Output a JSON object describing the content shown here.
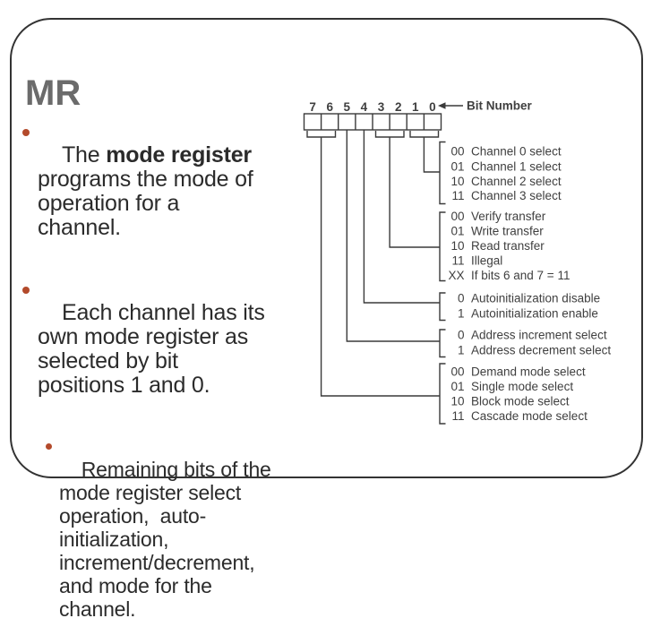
{
  "colors": {
    "accent_bullet": "#b34a2b",
    "title_gray": "#6b6b6b",
    "body_text": "#2b2b2b",
    "diagram_ink": "#3f3f3f"
  },
  "slide": {
    "title": "MR",
    "bullet1": {
      "lead": "The ",
      "bold": "mode register",
      "rest": "\nprograms the mode of\noperation for a\nchannel."
    },
    "bullet2": "Each channel has its\nown mode register as\nselected by bit\npositions 1 and 0.",
    "sub_bullet": "Remaining bits of the\nmode register select\noperation,  auto-\ninitialization,\nincrement/decrement,\nand mode for the\nchannel."
  },
  "diagram": {
    "bit_number_label": "Bit Number",
    "bit_numbers": [
      "7",
      "6",
      "5",
      "4",
      "3",
      "2",
      "1",
      "0"
    ],
    "groups": [
      {
        "name": "channel-select",
        "rows": [
          {
            "value": "00",
            "label": "Channel 0 select"
          },
          {
            "value": "01",
            "label": "Channel 1 select"
          },
          {
            "value": "10",
            "label": "Channel 2 select"
          },
          {
            "value": "11",
            "label": "Channel 3 select"
          }
        ]
      },
      {
        "name": "transfer-type",
        "rows": [
          {
            "value": "00",
            "label": "Verify transfer"
          },
          {
            "value": "01",
            "label": "Write transfer"
          },
          {
            "value": "10",
            "label": "Read transfer"
          },
          {
            "value": "11",
            "label": "Illegal"
          },
          {
            "value": "XX",
            "label": "If bits 6 and 7 = 11"
          }
        ]
      },
      {
        "name": "autoinitialization",
        "rows": [
          {
            "value": "0",
            "label": "Autoinitialization disable"
          },
          {
            "value": "1",
            "label": "Autoinitialization enable"
          }
        ]
      },
      {
        "name": "address-direction",
        "rows": [
          {
            "value": "0",
            "label": "Address increment select"
          },
          {
            "value": "1",
            "label": "Address decrement select"
          }
        ]
      },
      {
        "name": "mode-select",
        "rows": [
          {
            "value": "00",
            "label": "Demand mode select"
          },
          {
            "value": "01",
            "label": "Single mode select"
          },
          {
            "value": "10",
            "label": "Block mode select"
          },
          {
            "value": "11",
            "label": "Cascade mode select"
          }
        ]
      }
    ]
  }
}
